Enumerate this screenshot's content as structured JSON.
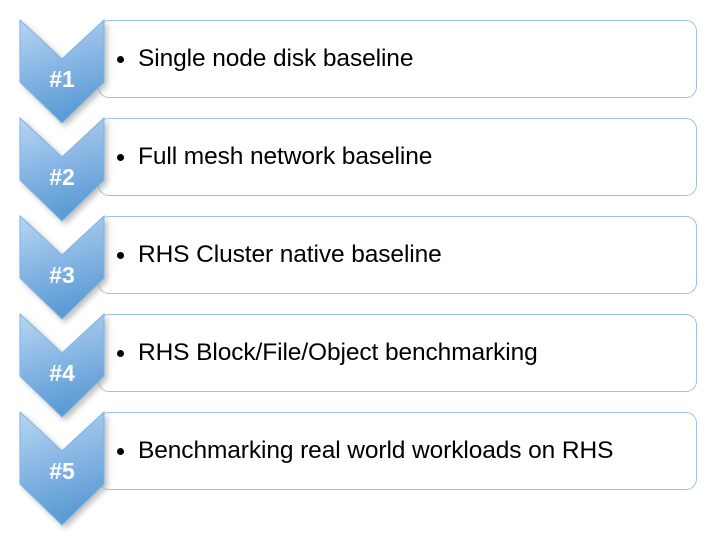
{
  "diagram": {
    "type": "vertical-chevron-process",
    "title": "",
    "colors": {
      "chevron_top": "#a8cdee",
      "chevron_bottom": "#5b9bd5",
      "chevron_stroke": "#7fb2e0",
      "panel_border": "#9cc2e5",
      "panel_fill": "#ffffff",
      "number_text": "#ffffff",
      "body_text": "#000000",
      "background": "#ffffff"
    },
    "steps": [
      {
        "number": "#1",
        "text": "Single node disk baseline"
      },
      {
        "number": "#2",
        "text": "Full mesh network baseline"
      },
      {
        "number": "#3",
        "text": "RHS Cluster native baseline"
      },
      {
        "number": "#4",
        "text": "RHS Block/File/Object benchmarking"
      },
      {
        "number": "#5",
        "text": "Benchmarking real world workloads on RHS"
      }
    ]
  }
}
